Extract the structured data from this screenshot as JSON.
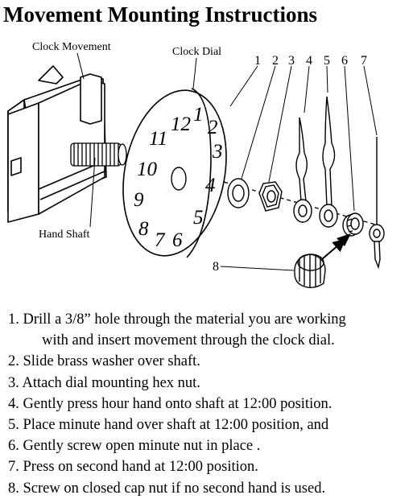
{
  "title": "Movement Mounting Instructions",
  "labels": {
    "clock_movement": "Clock Movement",
    "clock_dial": "Clock Dial",
    "hand_shaft": "Hand Shaft"
  },
  "part_numbers": [
    "1",
    "2",
    "3",
    "4",
    "5",
    "6",
    "7",
    "8"
  ],
  "dial_numbers": [
    "12",
    "1",
    "2",
    "3",
    "4",
    "5",
    "6",
    "7",
    "8",
    "9",
    "10",
    "11"
  ],
  "steps": [
    "1. Drill a 3/8” hole through the material you are working with and insert movement through the clock dial.",
    "2. Slide brass washer over shaft.",
    "3. Attach dial mounting hex nut.",
    "4. Gently press hour hand onto shaft at 12:00 position.",
    "5. Place minute hand over shaft at 12:00 position, and",
    "6. Gently screw open minute nut in place .",
    "7. Press on second hand at 12:00 position.",
    "8. Screw on closed cap nut if no second hand is used."
  ],
  "step_1_line_1": "1. Drill a 3/8” hole through the material you are working",
  "step_1_line_2": "with and insert movement through the clock dial."
}
